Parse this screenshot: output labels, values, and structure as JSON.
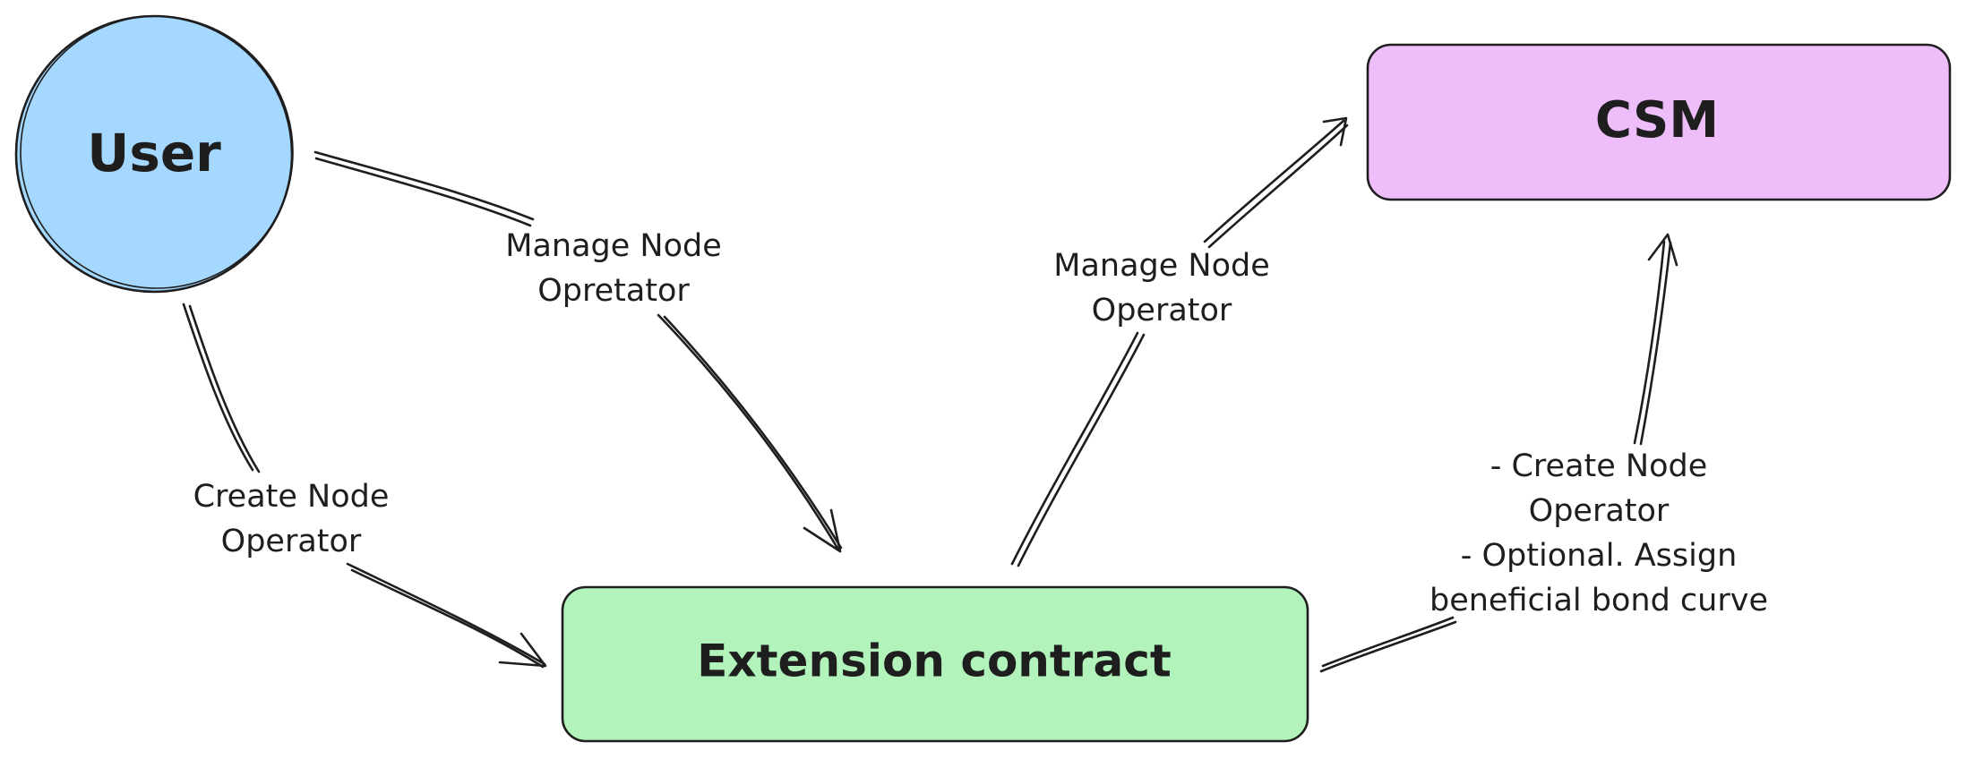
{
  "diagram": {
    "nodes": {
      "user": {
        "label": "User",
        "color": "#a5d8ff"
      },
      "csm": {
        "label": "CSM",
        "color": "#eebefa"
      },
      "extension": {
        "label": "Extension contract",
        "color": "#b2f2bb"
      }
    },
    "edges": {
      "user_extension_manage": {
        "label_line1": "Manage Node",
        "label_line2": "Opretator"
      },
      "user_extension_create": {
        "label_line1": "Create Node",
        "label_line2": "Operator"
      },
      "extension_csm_manage": {
        "label_line1": "Manage Node",
        "label_line2": "Operator"
      },
      "extension_csm_create": {
        "label_line1": "- Create Node",
        "label_line2": "Operator",
        "label_line3": "- Optional. Assign",
        "label_line4": "beneficial bond curve"
      }
    },
    "stroke_color": "#1e1e1e"
  }
}
